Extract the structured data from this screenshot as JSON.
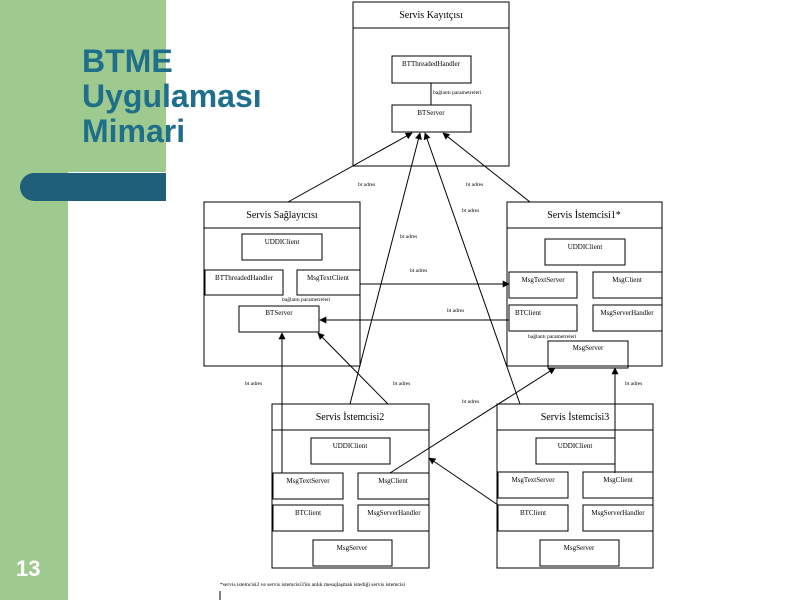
{
  "slide": {
    "title_lines": [
      "BTME",
      "Uygulaması",
      "Mimari"
    ],
    "number": "13"
  },
  "diagram": {
    "registry": {
      "title": "Servis Kayıtçısı",
      "handler": "BTThreadedHandler",
      "param": "bağlantı parametreleri",
      "server": "BTServer"
    },
    "provider": {
      "title": "Servis Sağlayıcısı",
      "uddi": "UDDIClient",
      "handler": "BTThreadedHandler",
      "msg": "MsgTextClient",
      "param": "bağlantı parametreleri",
      "server": "BTServer"
    },
    "client1": {
      "title": "Servis İstemcisi1*",
      "uddi": "UDDIClient",
      "msgserver": "MsgTextServer",
      "msgclient": "MsgClient",
      "btclient": "BTClient",
      "handler": "MsgServerHandler",
      "param": "bağlantı parametreleri",
      "server": "MsgServer"
    },
    "client2": {
      "title": "Servis İstemcisi2",
      "uddi": "UDDIClient",
      "msgserver": "MsgTextServer",
      "msgclient": "MsgClient",
      "btclient": "BTClient",
      "handler": "MsgServerHandler",
      "server": "MsgServer"
    },
    "client3": {
      "title": "Servis İstemcisi3",
      "uddi": "UDDIClient",
      "msgserver": "MsgTextServer",
      "msgclient": "MsgClient",
      "btclient": "BTClient",
      "handler": "MsgServerHandler",
      "server": "MsgServer"
    },
    "edge_label": "bt adres",
    "footnote": "*servis istemcisi2 ve servis istemcisi3'ün anlık mesajlaşmak istediği servis istemcisi"
  }
}
